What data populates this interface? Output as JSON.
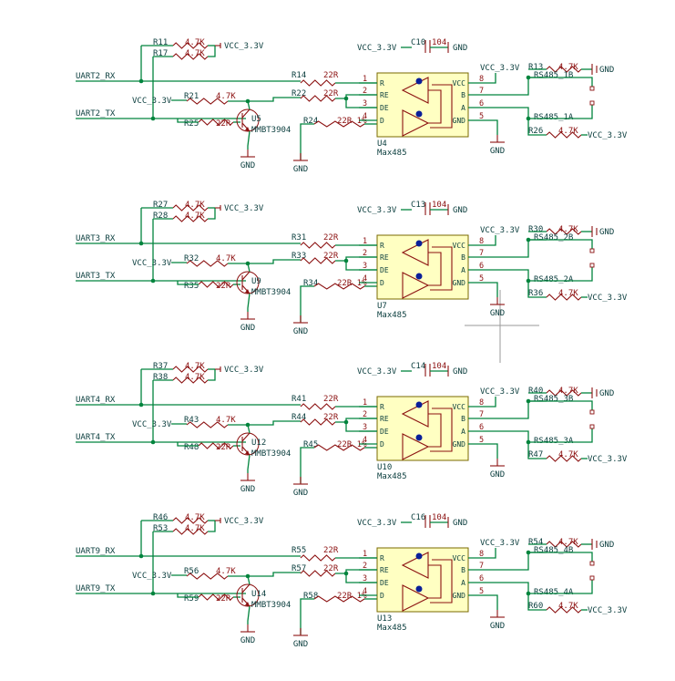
{
  "power": {
    "vcc": "VCC_3.3V",
    "gnd": "GND"
  },
  "ic": {
    "part": "Max485",
    "left_pins": [
      "R",
      "RE",
      "DE",
      "D"
    ],
    "right_pins": [
      "VCC",
      "B",
      "A",
      "GND"
    ],
    "left_nums": [
      "1",
      "2",
      "3",
      "4"
    ],
    "right_nums": [
      "8",
      "7",
      "6",
      "5"
    ]
  },
  "transistor_part": "MMBT3904",
  "channels": [
    {
      "uart_rx": "UART2_RX",
      "uart_tx": "UART2_TX",
      "pu_rx": {
        "ref": "R11",
        "val": "4.7K"
      },
      "pu_tx": {
        "ref": "R17",
        "val": "4.7K"
      },
      "cap": {
        "ref": "C10",
        "val": "104"
      },
      "r_rx": {
        "ref": "R14",
        "val": "22R"
      },
      "r_re": {
        "ref": "R22",
        "val": "22R"
      },
      "r_vcc": {
        "ref": "R21",
        "val": "4.7K"
      },
      "r_base": {
        "ref": "R25",
        "val": "22R"
      },
      "r_d": {
        "ref": "R24",
        "val": "22R 1%"
      },
      "q": "U5",
      "u": "U4",
      "r_b": {
        "ref": "R13",
        "val": "4.7K"
      },
      "r_a": {
        "ref": "R26",
        "val": "4.7K"
      },
      "rs_b": "RS485_1B",
      "rs_a": "RS485_1A"
    },
    {
      "uart_rx": "UART3_RX",
      "uart_tx": "UART3_TX",
      "pu_rx": {
        "ref": "R27",
        "val": "4.7K"
      },
      "pu_tx": {
        "ref": "R28",
        "val": "4.7K"
      },
      "cap": {
        "ref": "C13",
        "val": "104"
      },
      "r_rx": {
        "ref": "R31",
        "val": "22R"
      },
      "r_re": {
        "ref": "R33",
        "val": "22R"
      },
      "r_vcc": {
        "ref": "R32",
        "val": "4.7K"
      },
      "r_base": {
        "ref": "R35",
        "val": "22R"
      },
      "r_d": {
        "ref": "R34",
        "val": "22R 1%"
      },
      "q": "U9",
      "u": "U7",
      "r_b": {
        "ref": "R30",
        "val": "4.7K"
      },
      "r_a": {
        "ref": "R36",
        "val": "4.7K"
      },
      "rs_b": "RS485_2B",
      "rs_a": "RS485_2A"
    },
    {
      "uart_rx": "UART4_RX",
      "uart_tx": "UART4_TX",
      "pu_rx": {
        "ref": "R37",
        "val": "4.7K"
      },
      "pu_tx": {
        "ref": "R38",
        "val": "4.7K"
      },
      "cap": {
        "ref": "C14",
        "val": "104"
      },
      "r_rx": {
        "ref": "R41",
        "val": "22R"
      },
      "r_re": {
        "ref": "R44",
        "val": "22R"
      },
      "r_vcc": {
        "ref": "R43",
        "val": "4.7K"
      },
      "r_base": {
        "ref": "R48",
        "val": "22R"
      },
      "r_d": {
        "ref": "R45",
        "val": "22R 1%"
      },
      "q": "U12",
      "u": "U10",
      "r_b": {
        "ref": "R40",
        "val": "4.7K"
      },
      "r_a": {
        "ref": "R47",
        "val": "4.7K"
      },
      "rs_b": "RS485_3B",
      "rs_a": "RS485_3A"
    },
    {
      "uart_rx": "UART9_RX",
      "uart_tx": "UART9_TX",
      "pu_rx": {
        "ref": "R46",
        "val": "4.7K"
      },
      "pu_tx": {
        "ref": "R53",
        "val": "4.7K"
      },
      "cap": {
        "ref": "C16",
        "val": "104"
      },
      "r_rx": {
        "ref": "R55",
        "val": "22R"
      },
      "r_re": {
        "ref": "R57",
        "val": "22R"
      },
      "r_vcc": {
        "ref": "R56",
        "val": "4.7K"
      },
      "r_base": {
        "ref": "R59",
        "val": "22R"
      },
      "r_d": {
        "ref": "R58",
        "val": "22R 1%"
      },
      "q": "U14",
      "u": "U13",
      "r_b": {
        "ref": "R54",
        "val": "4.7K"
      },
      "r_a": {
        "ref": "R60",
        "val": "4.7K"
      },
      "rs_b": "RS485_4B",
      "rs_a": "RS485_4A"
    }
  ]
}
